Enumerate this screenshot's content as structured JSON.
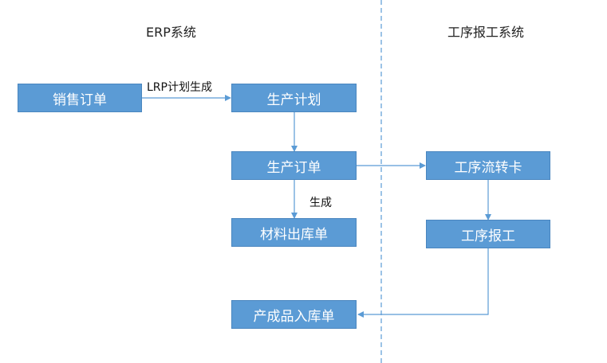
{
  "sections": {
    "erp": "ERP系统",
    "process_report": "工序报工系统"
  },
  "nodes": {
    "sales_order": "销售订单",
    "production_plan": "生产计划",
    "production_order": "生产订单",
    "material_out": "材料出库单",
    "product_in": "产成品入库单",
    "process_card": "工序流转卡",
    "process_report": "工序报工"
  },
  "edges": {
    "lrp_generate": "LRP计划生成",
    "generate": "生成"
  },
  "colors": {
    "node_fill": "#5b9bd5",
    "node_border": "#4a86bf",
    "arrow": "#5b9bd5",
    "divider": "#5b9bd5"
  }
}
